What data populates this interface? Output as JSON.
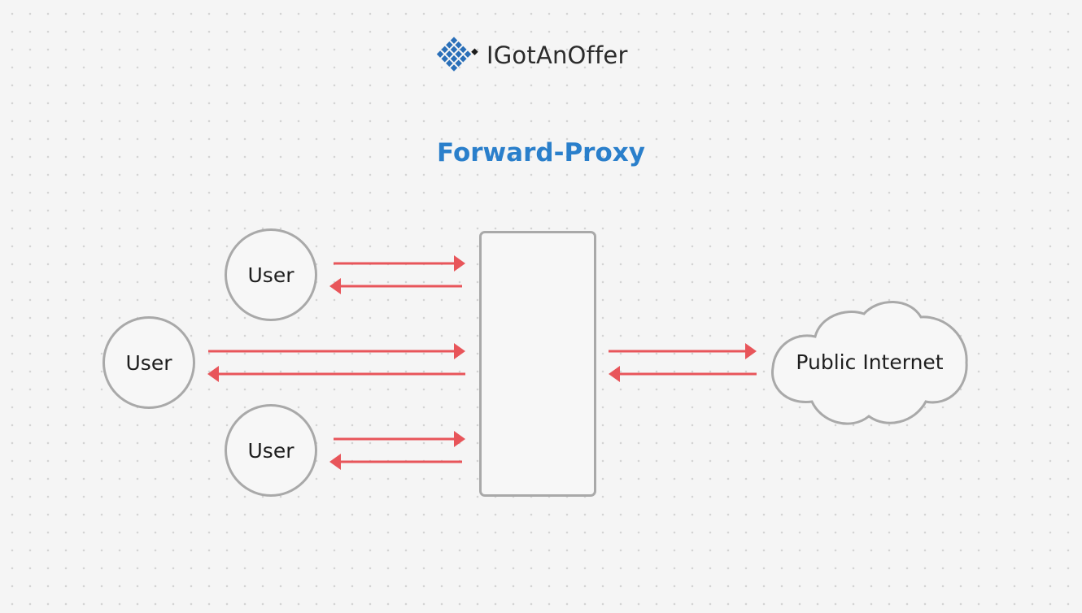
{
  "logo": {
    "icon": "diamond-grid-logo-icon",
    "text": "IGotAnOffer",
    "color": "#2a6fb8"
  },
  "title": "Forward-Proxy",
  "colors": {
    "title": "#2a7fcb",
    "arrow": "#e8555a",
    "outline": "#a9a9a9"
  },
  "nodes": {
    "users": [
      {
        "label": "User"
      },
      {
        "label": "User"
      },
      {
        "label": "User"
      }
    ],
    "proxy": {
      "label": ""
    },
    "internet": {
      "label": "Public Internet",
      "shape": "cloud"
    }
  },
  "edges": [
    {
      "from": "user-top",
      "to": "proxy",
      "direction": "request"
    },
    {
      "from": "proxy",
      "to": "user-top",
      "direction": "response"
    },
    {
      "from": "user-middle",
      "to": "proxy",
      "direction": "request"
    },
    {
      "from": "proxy",
      "to": "user-middle",
      "direction": "response"
    },
    {
      "from": "user-bottom",
      "to": "proxy",
      "direction": "request"
    },
    {
      "from": "proxy",
      "to": "user-bottom",
      "direction": "response"
    },
    {
      "from": "proxy",
      "to": "internet",
      "direction": "request"
    },
    {
      "from": "internet",
      "to": "proxy",
      "direction": "response"
    }
  ]
}
